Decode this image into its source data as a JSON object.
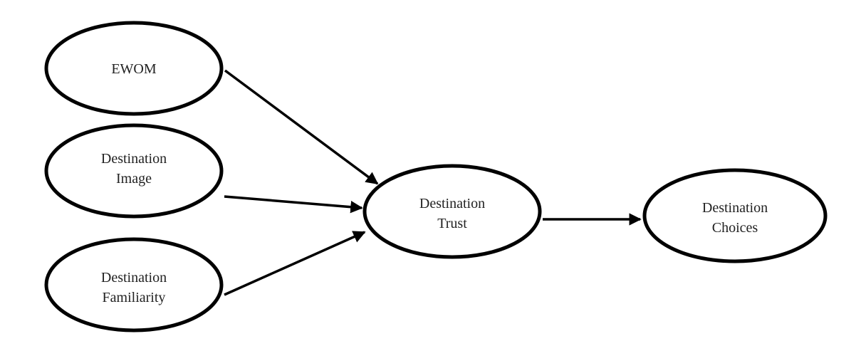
{
  "colors": {
    "stroke": "#000000",
    "text": "#222222",
    "background": "#ffffff"
  },
  "nodes": [
    {
      "id": "ewom",
      "lines": [
        "EWOM"
      ]
    },
    {
      "id": "image",
      "lines": [
        "Destination",
        "Image"
      ]
    },
    {
      "id": "familiarity",
      "lines": [
        "Destination",
        "Familiarity"
      ]
    },
    {
      "id": "trust",
      "lines": [
        "Destination",
        "Trust"
      ]
    },
    {
      "id": "choices",
      "lines": [
        "Destination",
        "Choices"
      ]
    }
  ],
  "edges": [
    {
      "from": "ewom",
      "to": "trust"
    },
    {
      "from": "image",
      "to": "trust"
    },
    {
      "from": "familiarity",
      "to": "trust"
    },
    {
      "from": "trust",
      "to": "choices"
    }
  ]
}
